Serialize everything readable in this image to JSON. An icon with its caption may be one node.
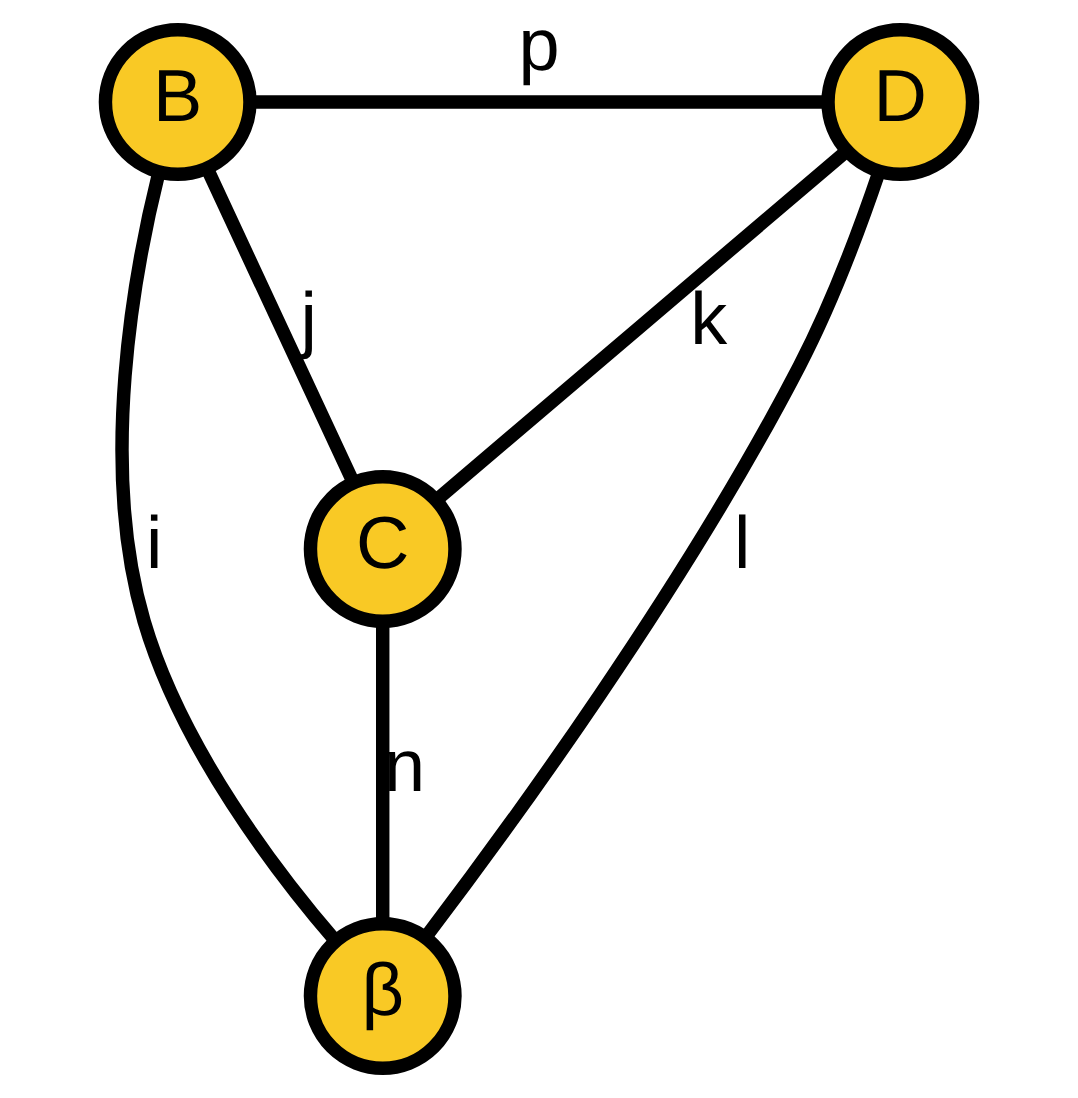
{
  "diagram": {
    "nodes": [
      {
        "text": [
          "B"
        ]
      },
      {
        "text": [
          "D"
        ]
      },
      {
        "text": [
          "C"
        ]
      },
      {
        "text": [
          "β"
        ]
      }
    ],
    "edges": [
      {
        "from": 0,
        "to": 1,
        "arrow": "none",
        "label": "p"
      },
      {
        "from": 0,
        "to": 2,
        "arrow": "none",
        "label": "j"
      },
      {
        "from": 2,
        "to": 1,
        "arrow": "none",
        "label": "k"
      },
      {
        "from": 0,
        "to": 3,
        "arrow": "none",
        "label": "i"
      },
      {
        "from": 2,
        "to": 3,
        "arrow": "none",
        "label": "n"
      },
      {
        "from": 3,
        "to": 1,
        "arrow": "none",
        "label": "l"
      }
    ]
  }
}
